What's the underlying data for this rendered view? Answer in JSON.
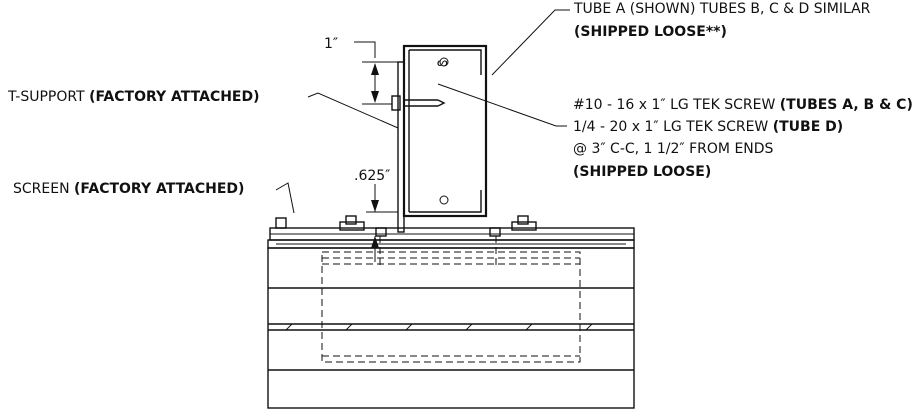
{
  "callouts": {
    "tube": {
      "line1": "TUBE A (SHOWN) TUBES B, C & D SIMILAR",
      "line2": "(SHIPPED LOOSE**)"
    },
    "dim_top": "1″",
    "dim_bottom": ".625″",
    "t_support": {
      "text": "T-SUPPORT ",
      "bold": "(FACTORY ATTACHED)"
    },
    "screen": {
      "text": "SCREEN ",
      "bold": "(FACTORY ATTACHED)"
    },
    "screws": {
      "line1_text": "#10 - 16 x 1″ LG TEK SCREW ",
      "line1_bold": "(TUBES A, B & C)",
      "line2_text": "1/4 - 20 x 1″ LG TEK SCREW  ",
      "line2_bold": "(TUBE D)",
      "line3": "@ 3″ C-C, 1 1/2″ FROM ENDS",
      "line4": "(SHIPPED LOOSE)"
    }
  }
}
